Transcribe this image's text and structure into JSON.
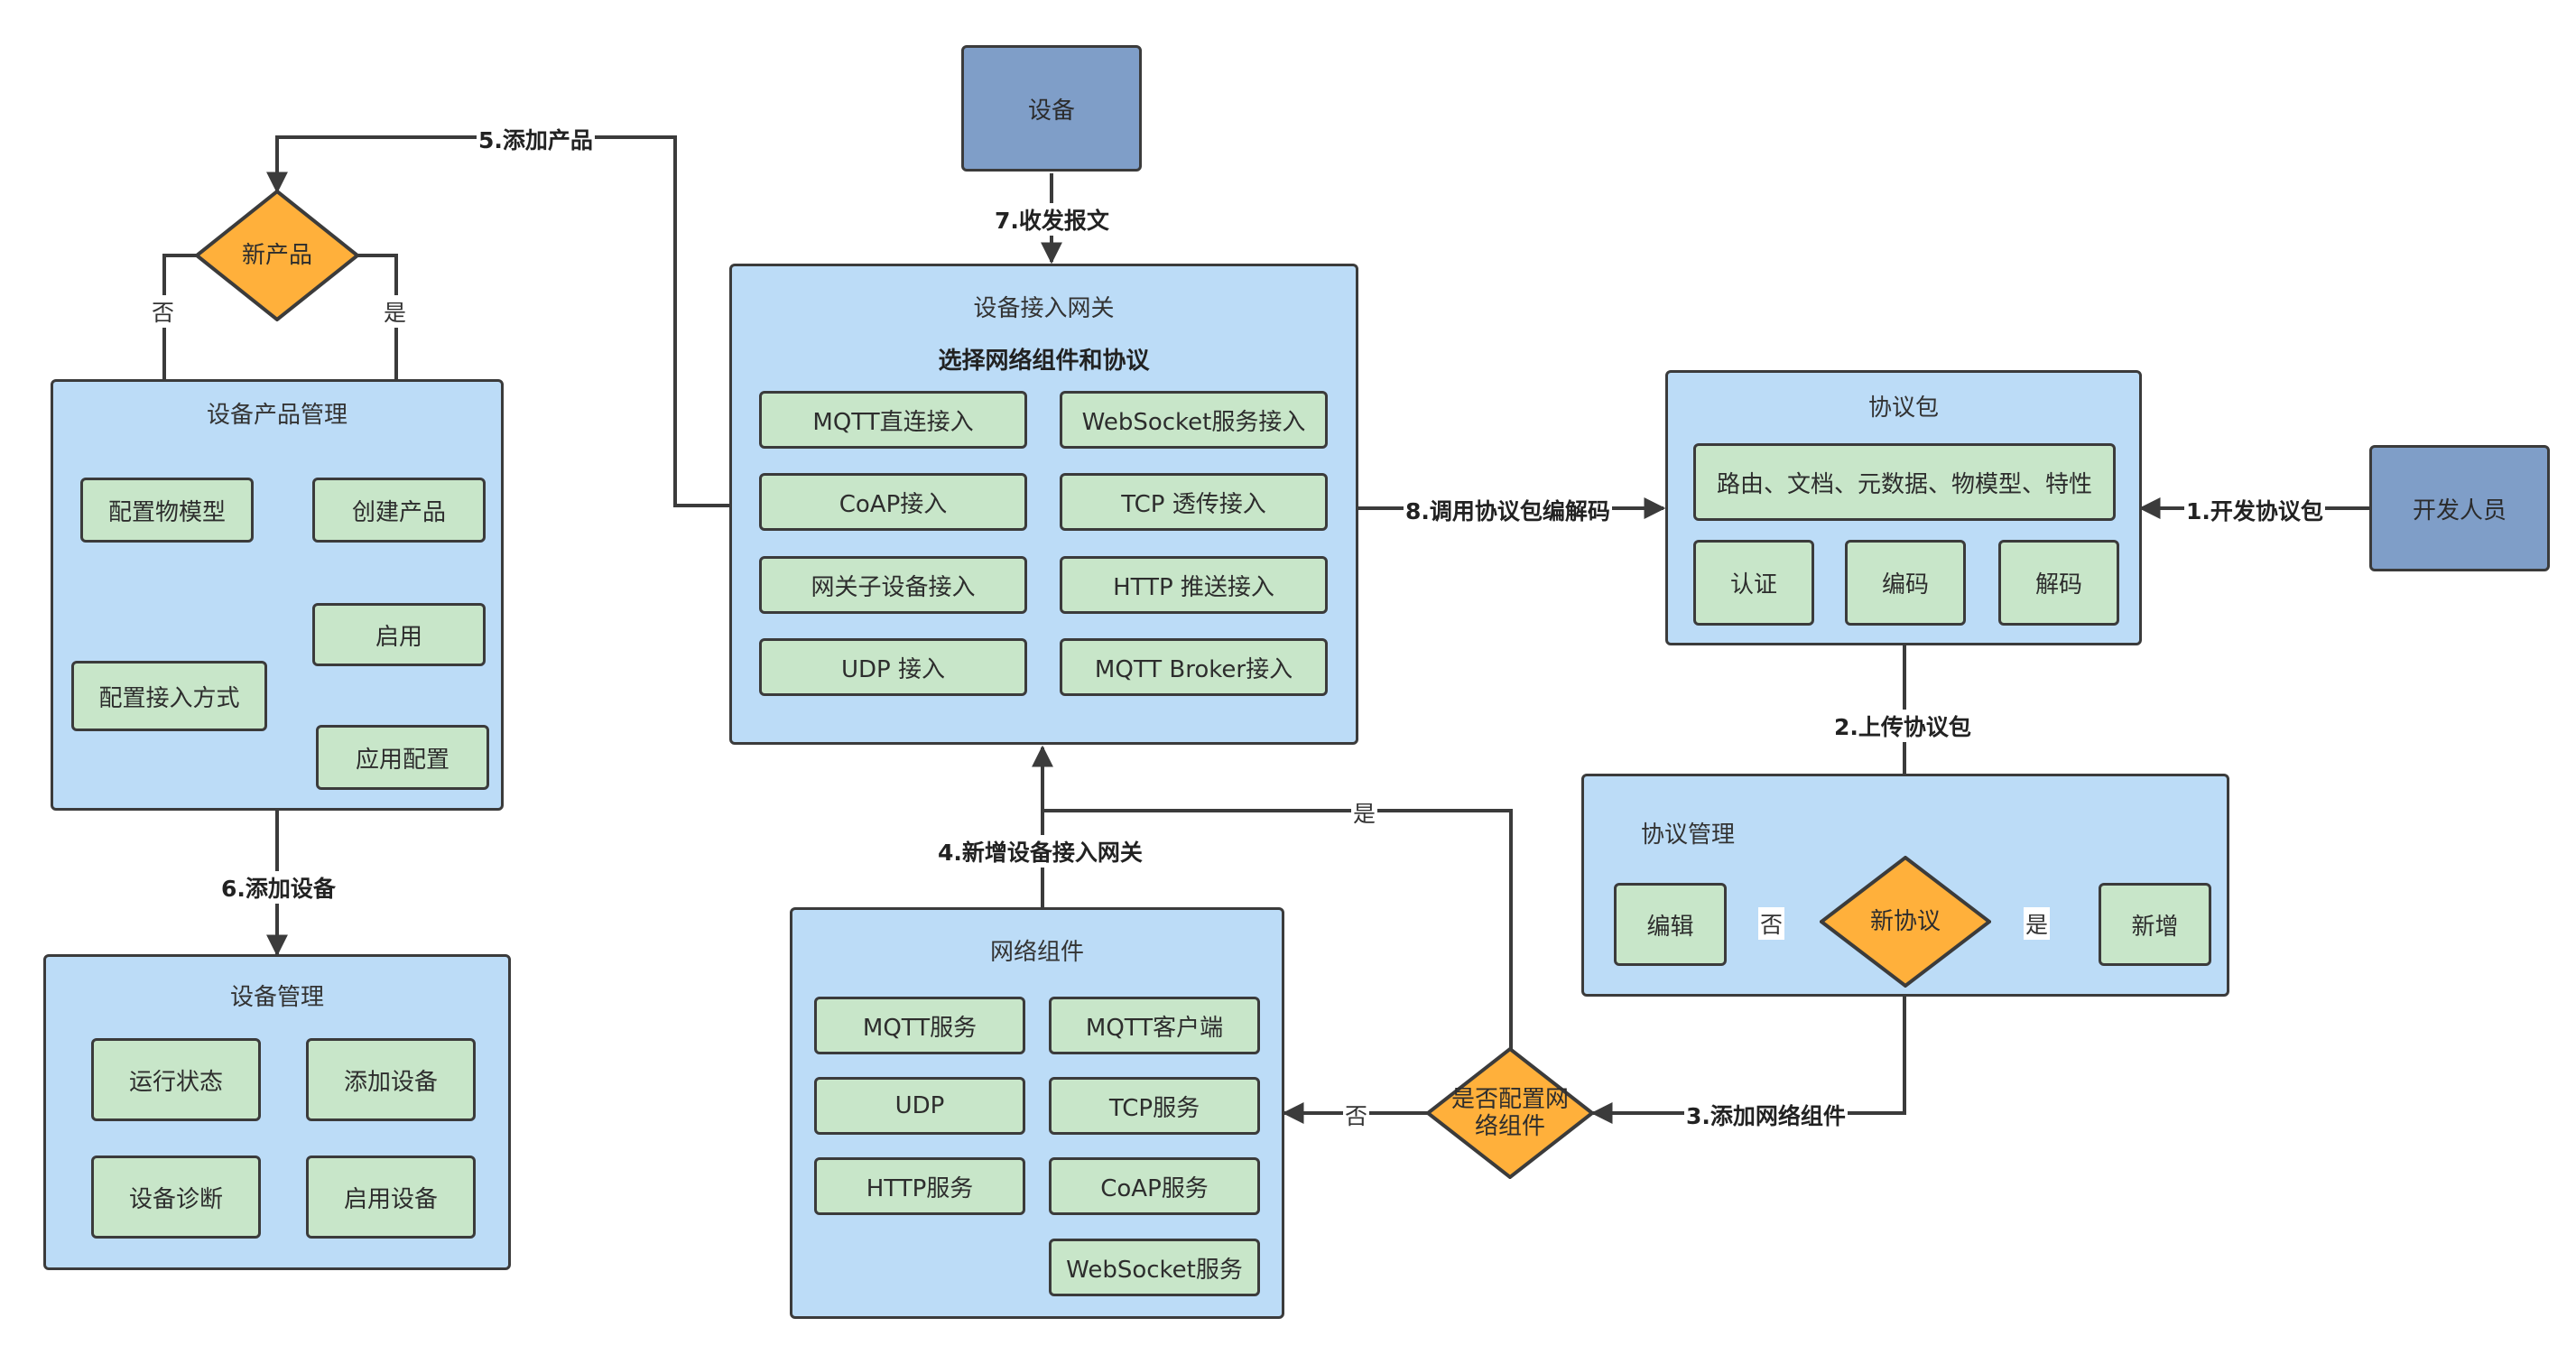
{
  "actors": {
    "device": "设备",
    "developer": "开发人员"
  },
  "gateway": {
    "title": "设备接入网关",
    "subtitle": "选择网络组件和协议",
    "items": [
      "MQTT直连接入",
      "WebSocket服务接入",
      "CoAP接入",
      "TCP 透传接入",
      "网关子设备接入",
      "HTTP 推送接入",
      "UDP 接入",
      "MQTT Broker接入"
    ]
  },
  "protocol_package": {
    "title": "协议包",
    "features": "路由、文档、元数据、物模型、特性",
    "items": [
      "认证",
      "编码",
      "解码"
    ]
  },
  "protocol_management": {
    "title": "协议管理",
    "decision": "新协议",
    "yes_action": "新增",
    "no_action": "编辑"
  },
  "network_components": {
    "title": "网络组件",
    "items": [
      "MQTT服务",
      "MQTT客户端",
      "UDP",
      "TCP服务",
      "HTTP服务",
      "CoAP服务",
      "WebSocket服务"
    ]
  },
  "network_decision": {
    "line1": "是否配置网",
    "line2": "络组件"
  },
  "product_management": {
    "title": "设备产品管理",
    "decision": "新产品",
    "configure_model": "配置物模型",
    "create_product": "创建产品",
    "configure_access": "配置接入方式",
    "enable": "启用",
    "apply_config": "应用配置"
  },
  "device_management": {
    "title": "设备管理",
    "items": [
      "运行状态",
      "添加设备",
      "设备诊断",
      "启用设备"
    ]
  },
  "edge_labels": {
    "dev_protocol": "1.开发协议包",
    "upload_protocol": "2.上传协议包",
    "add_network": "3.添加网络组件",
    "add_gateway": "4.新增设备接入网关",
    "add_product": "5.添加产品",
    "add_device": "6.添加设备",
    "send_receive": "7.收发报文",
    "call_codec": "8.调用协议包编解码"
  },
  "branch_labels": {
    "yes": "是",
    "no": "否"
  },
  "colors": {
    "panel": "#bcdcf7",
    "box": "#c8e6c9",
    "actor": "#7f9ec8",
    "decision": "#ffb03b",
    "line": "#3b3b3b"
  }
}
